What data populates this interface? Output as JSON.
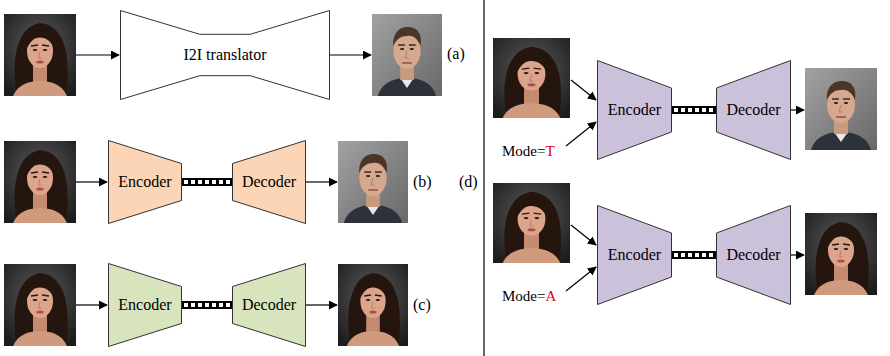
{
  "diagram": {
    "nodes": [
      {
        "text": [
          "I2I translator"
        ]
      },
      {
        "text": [
          "Encoder"
        ]
      },
      {
        "text": [
          "Decoder"
        ]
      },
      {
        "text": [
          "Encoder"
        ]
      },
      {
        "text": [
          "Decoder"
        ]
      },
      {
        "text": [
          "Encoder"
        ]
      },
      {
        "text": [
          "Decoder"
        ]
      },
      {
        "text": [
          "Encoder"
        ]
      },
      {
        "text": [
          "Decoder"
        ]
      }
    ],
    "edges": [
      {
        "from": 1,
        "to": 2,
        "arrow": "none"
      },
      {
        "from": 3,
        "to": 4,
        "arrow": "none"
      },
      {
        "from": 5,
        "to": 6,
        "arrow": "none"
      },
      {
        "from": 7,
        "to": 8,
        "arrow": "none"
      }
    ],
    "labels": [
      "(a)",
      "(b)",
      "(c)",
      "(d)",
      "Mode=",
      "T",
      "Mode=",
      "A"
    ]
  }
}
